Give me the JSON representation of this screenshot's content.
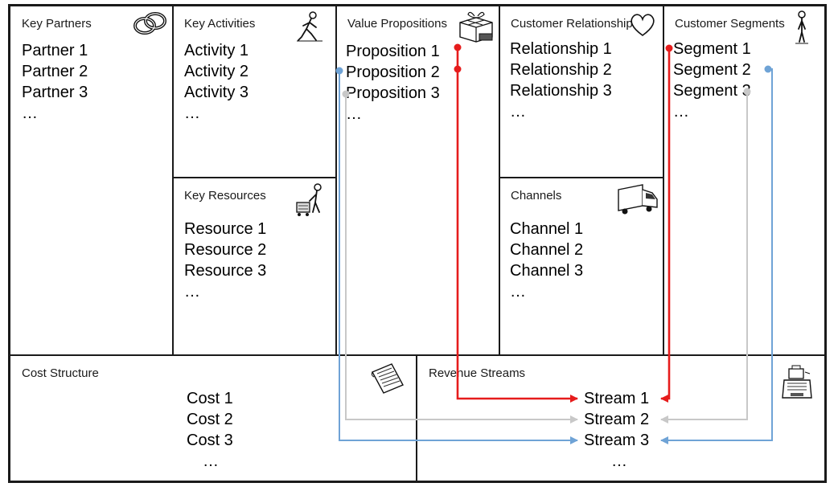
{
  "blocks": {
    "key_partners": {
      "title": "Key Partners",
      "items": [
        "Partner 1",
        "Partner 2",
        "Partner 3",
        "…"
      ],
      "icon": "chain-link-icon"
    },
    "key_activities": {
      "title": "Key Activities",
      "items": [
        "Activity 1",
        "Activity 2",
        "Activity 3",
        "…"
      ],
      "icon": "worker-kneeling-icon"
    },
    "key_resources": {
      "title": "Key Resources",
      "items": [
        "Resource 1",
        "Resource 2",
        "Resource 3",
        "…"
      ],
      "icon": "worker-cart-icon"
    },
    "value_propositions": {
      "title": "Value Propositions",
      "items": [
        "Proposition 1",
        "Proposition 2",
        "Proposition 3",
        "…"
      ],
      "icon": "gift-box-icon"
    },
    "customer_relationships": {
      "title": "Customer Relationship",
      "items": [
        "Relationship 1",
        "Relationship 2",
        "Relationship 3",
        "…"
      ],
      "icon": "heart-icon"
    },
    "channels": {
      "title": "Channels",
      "items": [
        "Channel 1",
        "Channel 2",
        "Channel 3",
        "…"
      ],
      "icon": "delivery-truck-icon"
    },
    "customer_segments": {
      "title": "Customer Segments",
      "items": [
        "Segment 1",
        "Segment 2",
        "Segment 3",
        "…"
      ],
      "icon": "person-standing-icon"
    },
    "cost_structure": {
      "title": "Cost Structure",
      "items": [
        "Cost 1",
        "Cost 2",
        "Cost 3",
        "…"
      ],
      "icon": "receipt-paper-icon"
    },
    "revenue_streams": {
      "title": "Revenue Streams",
      "items": [
        "Stream 1",
        "Stream 2",
        "Stream 3",
        "…"
      ],
      "icon": "cash-register-icon"
    }
  },
  "connectors": [
    {
      "color": "#e61c1c",
      "from": "Proposition 1",
      "to": "Stream 1"
    },
    {
      "color": "#e61c1c",
      "from": "Segment 1",
      "to": "Stream 1"
    },
    {
      "color": "#c8c8c8",
      "from": "Proposition 3",
      "to": "Stream 2"
    },
    {
      "color": "#c8c8c8",
      "from": "Segment 3",
      "to": "Stream 2"
    },
    {
      "color": "#6fa3d6",
      "from": "Proposition 2",
      "to": "Stream 3"
    },
    {
      "color": "#6fa3d6",
      "from": "Segment 2",
      "to": "Stream 3"
    }
  ],
  "colors": {
    "red": "#e61c1c",
    "gray": "#c8c8c8",
    "blue": "#6fa3d6",
    "border": "#1a1a1a"
  }
}
